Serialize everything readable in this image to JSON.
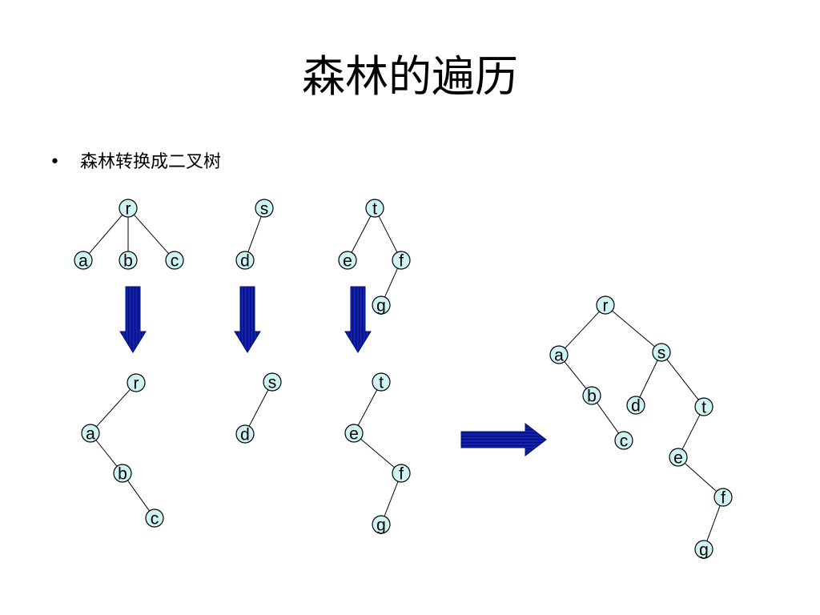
{
  "title": "森林的遍历",
  "bullet": {
    "marker": "•",
    "text": "森林转换成二叉树"
  },
  "colors": {
    "node_fill": "#cff2f3",
    "arrow_fill": "#0d1fc4",
    "arrow_dark": "#04106e"
  },
  "trees": [
    {
      "id": "forest-r",
      "nodes": [
        {
          "id": "r",
          "label": "r"
        },
        {
          "id": "a",
          "label": "a"
        },
        {
          "id": "b",
          "label": "b"
        },
        {
          "id": "c",
          "label": "c"
        }
      ],
      "edges": [
        [
          "r",
          "a"
        ],
        [
          "r",
          "b"
        ],
        [
          "r",
          "c"
        ]
      ]
    },
    {
      "id": "forest-s",
      "nodes": [
        {
          "id": "s",
          "label": "s"
        },
        {
          "id": "d",
          "label": "d"
        }
      ],
      "edges": [
        [
          "s",
          "d"
        ]
      ]
    },
    {
      "id": "forest-t",
      "nodes": [
        {
          "id": "t",
          "label": "t"
        },
        {
          "id": "e",
          "label": "e"
        },
        {
          "id": "f",
          "label": "f"
        },
        {
          "id": "g",
          "label": "g"
        }
      ],
      "edges": [
        [
          "t",
          "e"
        ],
        [
          "t",
          "f"
        ],
        [
          "f",
          "g"
        ]
      ]
    },
    {
      "id": "binary-r",
      "nodes": [
        {
          "id": "r",
          "label": "r"
        },
        {
          "id": "a",
          "label": "a"
        },
        {
          "id": "b",
          "label": "b"
        },
        {
          "id": "c",
          "label": "c"
        }
      ],
      "edges": [
        [
          "r",
          "a"
        ],
        [
          "a",
          "b"
        ],
        [
          "b",
          "c"
        ]
      ]
    },
    {
      "id": "binary-s",
      "nodes": [
        {
          "id": "s",
          "label": "s"
        },
        {
          "id": "d",
          "label": "d"
        }
      ],
      "edges": [
        [
          "s",
          "d"
        ]
      ]
    },
    {
      "id": "binary-t",
      "nodes": [
        {
          "id": "t",
          "label": "t"
        },
        {
          "id": "e",
          "label": "e"
        },
        {
          "id": "f",
          "label": "f"
        },
        {
          "id": "g",
          "label": "g"
        }
      ],
      "edges": [
        [
          "t",
          "e"
        ],
        [
          "e",
          "f"
        ],
        [
          "f",
          "g"
        ]
      ]
    },
    {
      "id": "combined",
      "nodes": [
        {
          "id": "r",
          "label": "r"
        },
        {
          "id": "a",
          "label": "a"
        },
        {
          "id": "s",
          "label": "s"
        },
        {
          "id": "b",
          "label": "b"
        },
        {
          "id": "d",
          "label": "d"
        },
        {
          "id": "t",
          "label": "t"
        },
        {
          "id": "c",
          "label": "c"
        },
        {
          "id": "e",
          "label": "e"
        },
        {
          "id": "f",
          "label": "f"
        },
        {
          "id": "g",
          "label": "g"
        }
      ],
      "edges": [
        [
          "r",
          "a"
        ],
        [
          "r",
          "s"
        ],
        [
          "a",
          "b"
        ],
        [
          "b",
          "c"
        ],
        [
          "s",
          "d"
        ],
        [
          "s",
          "t"
        ],
        [
          "t",
          "e"
        ],
        [
          "e",
          "f"
        ],
        [
          "f",
          "g"
        ]
      ]
    }
  ],
  "arrows": [
    {
      "id": "down-1",
      "direction": "down"
    },
    {
      "id": "down-2",
      "direction": "down"
    },
    {
      "id": "down-3",
      "direction": "down"
    },
    {
      "id": "right-1",
      "direction": "right"
    }
  ]
}
